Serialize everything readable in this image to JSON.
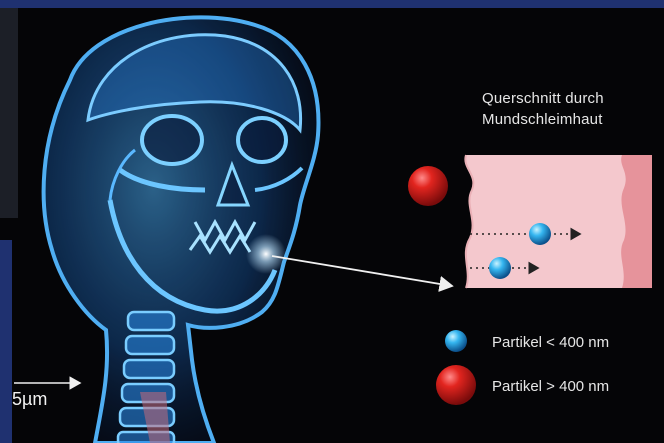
{
  "diagram": {
    "title_line1": "Querschnitt durch",
    "title_line2": "Mundschleimhaut",
    "legend": [
      {
        "label": "Partikel < 400 nm",
        "marker": "small-blue-particle",
        "color": "#2aa7e8"
      },
      {
        "label": "Partikel > 400 nm",
        "marker": "large-red-particle",
        "color": "#d81f1f"
      }
    ],
    "scale_label": "5µm"
  },
  "colors": {
    "background": "#050507",
    "top_band": "#1f3170",
    "xray": "#2f9bff",
    "mucosa_light": "#f4c8cd",
    "mucosa_dark": "#e6939b"
  }
}
